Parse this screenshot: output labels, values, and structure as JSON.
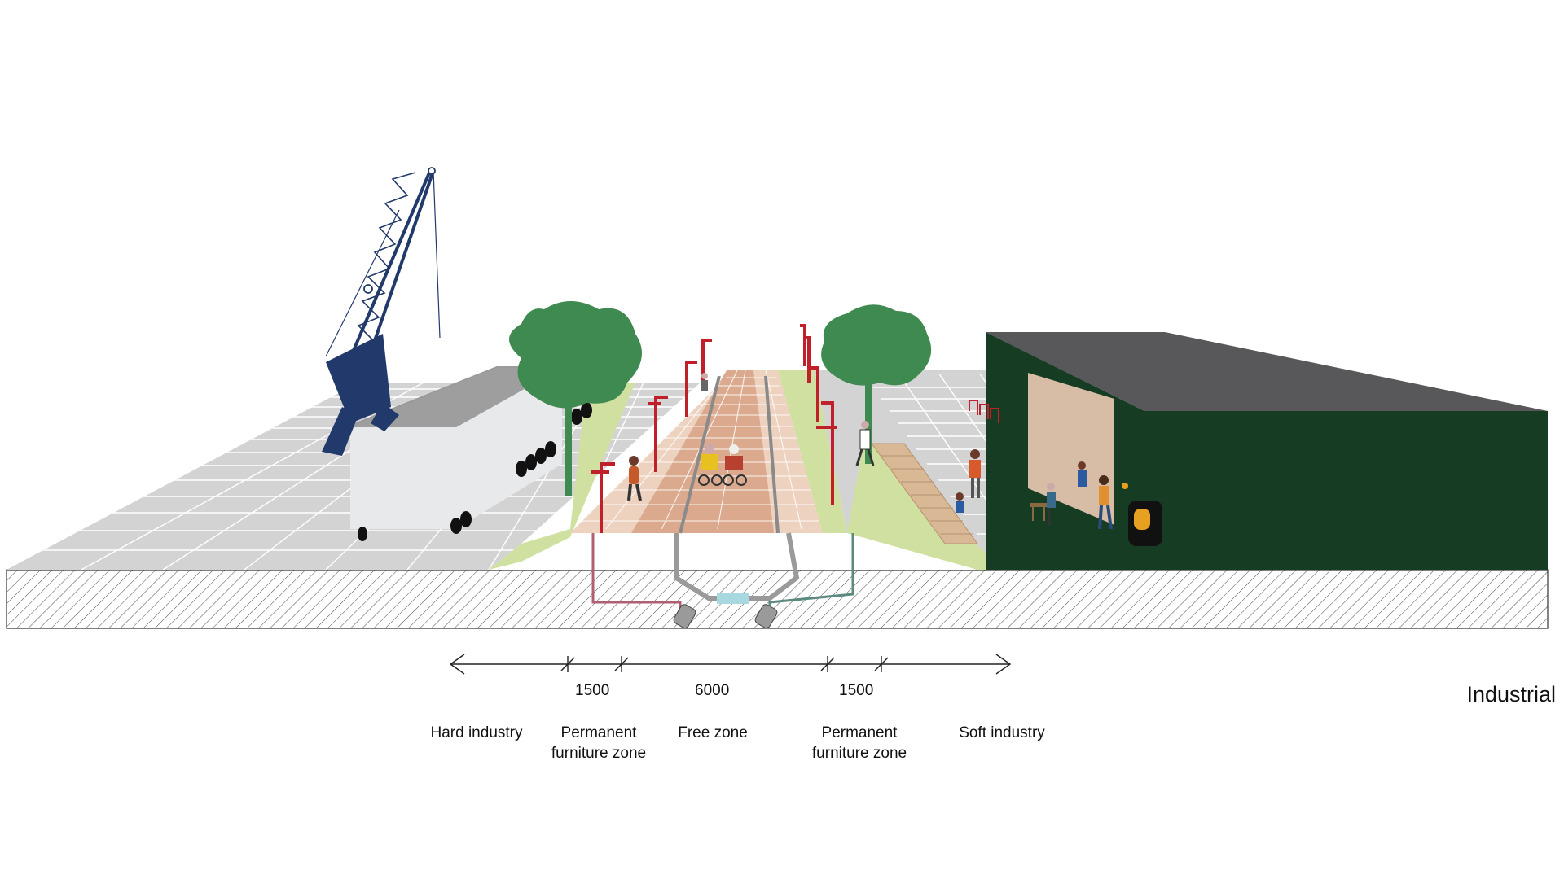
{
  "title": "Industrial",
  "dimensions": {
    "left_furniture": "1500",
    "free_zone": "6000",
    "right_furniture": "1500"
  },
  "zones": {
    "hard_industry": "Hard industry",
    "permanent_furniture_left": [
      "Permanent",
      "furniture zone"
    ],
    "free_zone": "Free zone",
    "permanent_furniture_right": [
      "Permanent",
      "furniture zone"
    ],
    "soft_industry": "Soft industry"
  },
  "colors": {
    "crane": "#22396b",
    "building": "#173c24",
    "roof": "#58585a",
    "doorway": "#d8bda6",
    "free_zone": "#dba98e",
    "furniture_zone": "#eed2c0",
    "green_verge": "#cfe0a0",
    "paving": "#d3d3d3",
    "lamp_posts": "#c0202a",
    "tree": "#3f8a50"
  },
  "icons": [
    "crane",
    "warehouse",
    "tree",
    "lamp-post",
    "pedestrian",
    "wheelchair",
    "oven",
    "pipe",
    "bike-rack"
  ]
}
